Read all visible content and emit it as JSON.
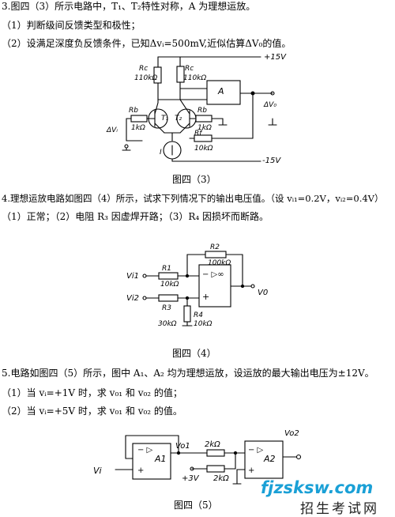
{
  "q3": {
    "line1": "3.图四（3）所示电路中，T₁、T₂特性对称，A 为理想运放。",
    "line2": "（1）判断级间反馈类型和极性；",
    "line3": "（2）设满足深度负反馈条件，已知Δvᵢ=500mV,近似估算ΔV₀的值。",
    "caption": "图四（3）",
    "labels": {
      "vcc": "+15V",
      "vee": "-15V",
      "rc1": "Rc",
      "rc1v": "110kΩ",
      "rc2": "Rc",
      "rc2v": "110kΩ",
      "rb1": "Rb",
      "rb1v": "1kΩ",
      "rb2": "Rb",
      "rb2v": "1kΩ",
      "rf": "Rf",
      "rfv": "10kΩ",
      "t1": "T₁",
      "t2": "T₂",
      "ie": "I",
      "a": "A",
      "vi": "ΔVᵢ",
      "vo": "ΔV₀"
    }
  },
  "q4": {
    "line1": "4.理想运放电路如图四（4）所示，试求下列情况下的输出电压值。（设 vᵢ₁=0.2V，vᵢ₂=0.4V）",
    "line2": "（1）正常；（2）电阻 R₃ 因虚焊开路；（3）R₄ 因损坏而断路。",
    "caption": "图四（4）",
    "labels": {
      "r1": "R1",
      "r1v": "10kΩ",
      "r2": "R2",
      "r2v": "100kΩ",
      "r3": "R3",
      "r3v": "30kΩ",
      "r4": "R4",
      "r4v": "10kΩ",
      "vi1": "Vi1",
      "vi2": "Vi2",
      "vo": "V0"
    }
  },
  "q5": {
    "line1": "5.电路如图四（5）所示，图中 A₁、A₂ 均为理想运放，设运放的最大输出电压为±12V。",
    "line2": "（1）当 vᵢ=+1V 时，求 v₀₁ 和 v₀₂ 的值；",
    "line3": "（2）当 vᵢ=+5V 时，求 v₀₁ 和 v₀₂ 的值。",
    "caption": "图四（5）",
    "labels": {
      "a1": "A1",
      "a2": "A2",
      "vo1": "Vo1",
      "vo2": "Vo2",
      "r_top": "2kΩ",
      "r_bot": "2kΩ",
      "v3": "+3V",
      "vi": "Vi"
    }
  },
  "watermark": {
    "site": "fjzsksw.com",
    "name": "招生考试网"
  }
}
